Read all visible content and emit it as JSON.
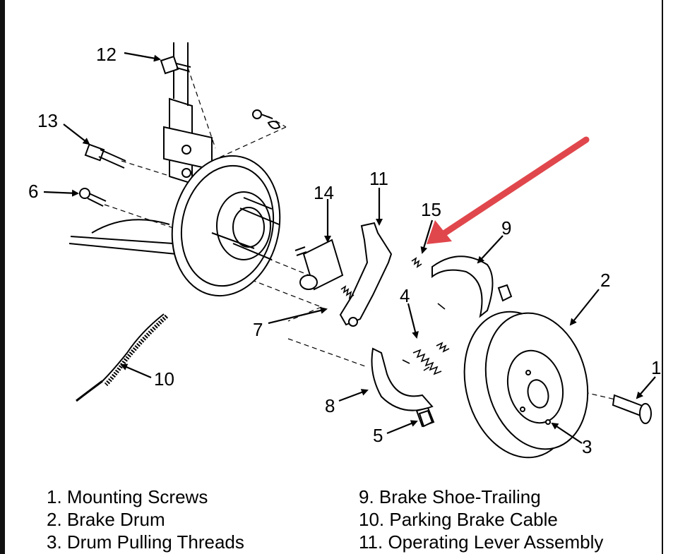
{
  "callouts": {
    "c1": "1",
    "c2": "2",
    "c3": "3",
    "c4": "4",
    "c5": "5",
    "c6": "6",
    "c7": "7",
    "c8": "8",
    "c9": "9",
    "c10": "10",
    "c11": "11",
    "c12": "12",
    "c13": "13",
    "c14": "14",
    "c15": "15"
  },
  "legend": {
    "left": [
      "1. Mounting Screws",
      "2. Brake Drum",
      "3. Drum Pulling Threads"
    ],
    "right": [
      "9. Brake Shoe-Trailing",
      "10. Parking Brake Cable",
      "11. Operating Lever Assembly"
    ]
  },
  "colors": {
    "highlight_arrow": "#e0474c",
    "line_art": "#000000"
  }
}
